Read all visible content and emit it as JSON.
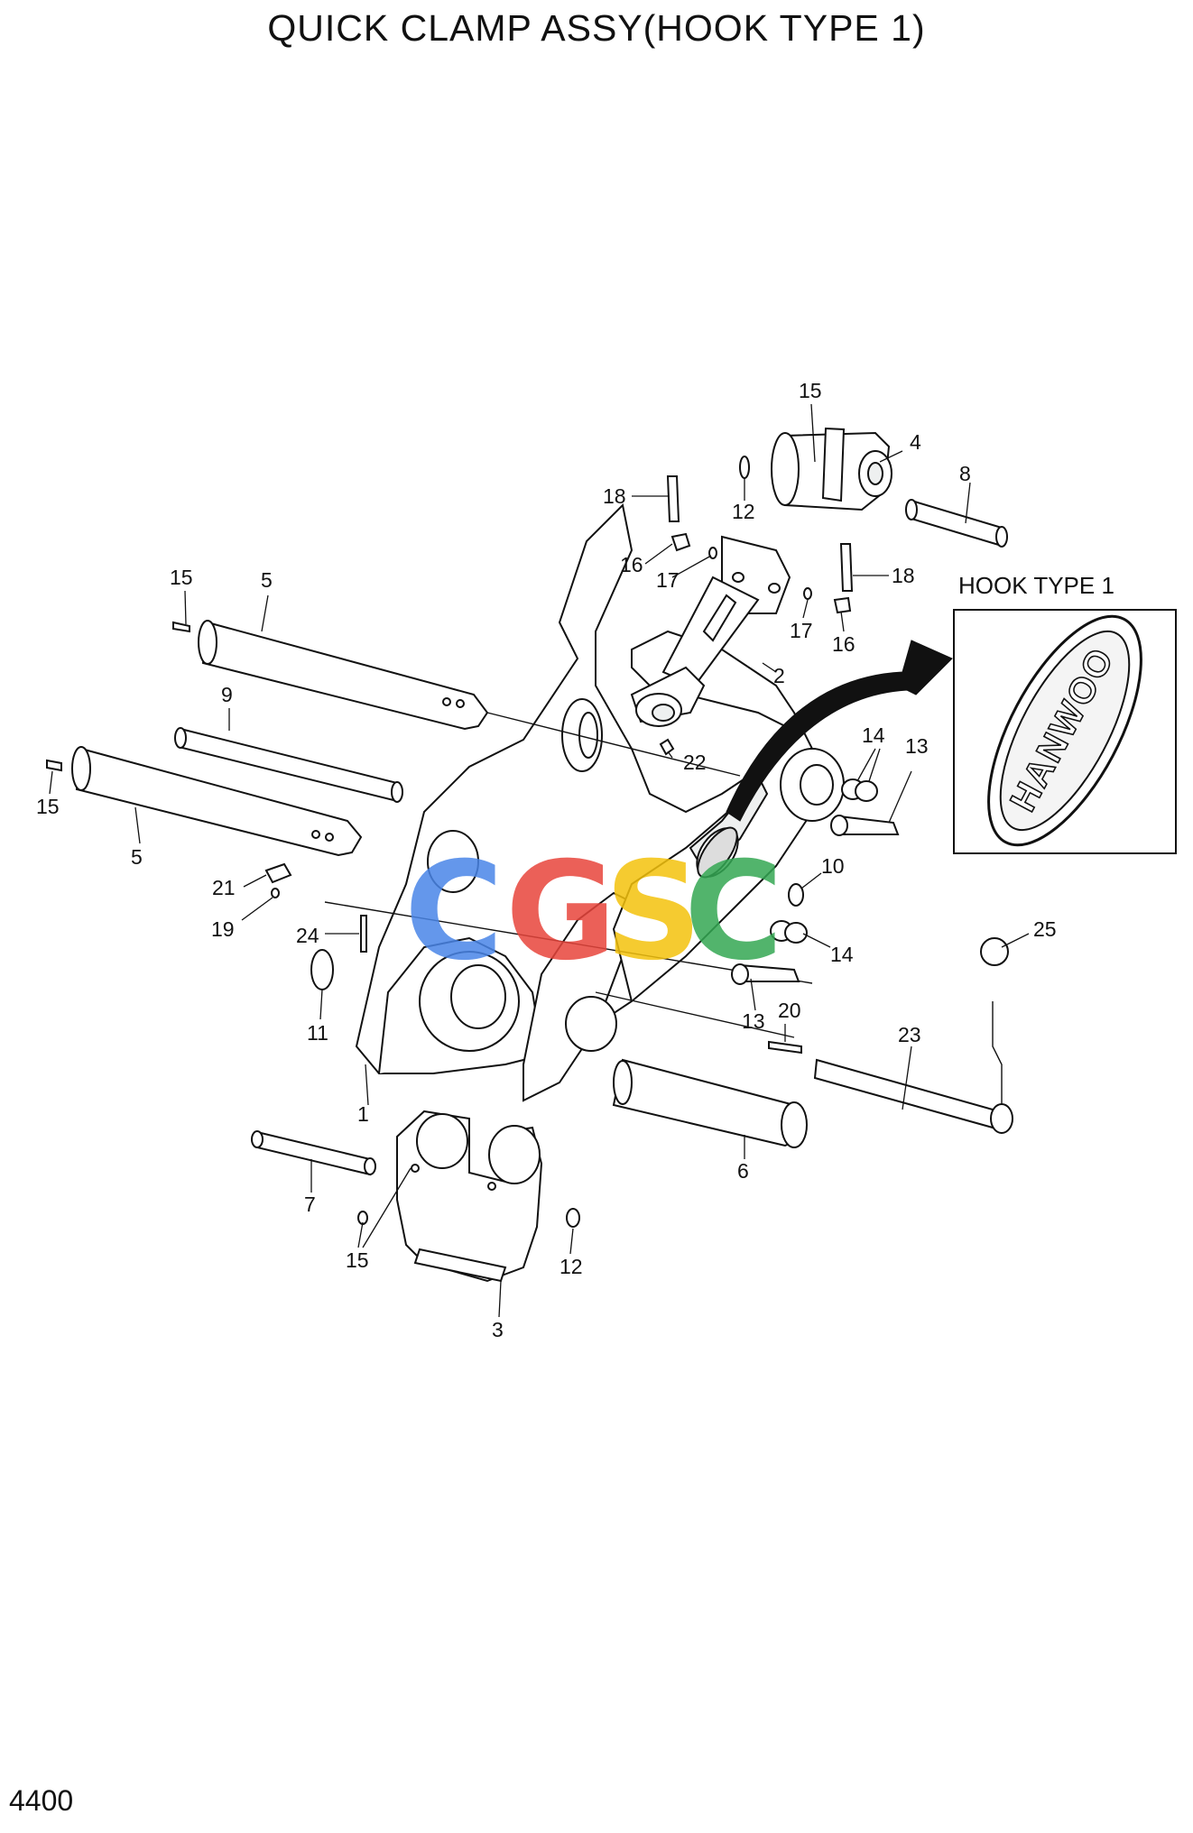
{
  "title": "QUICK CLAMP ASSY(HOOK TYPE 1)",
  "page_number": "4400",
  "inset": {
    "label": "HOOK TYPE 1",
    "logo_text": "HANWOO"
  },
  "watermark": {
    "letters": [
      "C",
      "G",
      "S",
      "C"
    ],
    "colors": [
      "#4a86e8",
      "#e8453c",
      "#f4c20d",
      "#34a853"
    ]
  },
  "callouts": [
    "15",
    "4",
    "8",
    "18",
    "12",
    "16",
    "17",
    "18",
    "17",
    "16",
    "2",
    "22",
    "15",
    "5",
    "9",
    "15",
    "5",
    "14",
    "13",
    "21",
    "19",
    "10",
    "24",
    "14",
    "11",
    "13",
    "20",
    "23",
    "25",
    "1",
    "6",
    "7",
    "15",
    "12",
    "3"
  ]
}
